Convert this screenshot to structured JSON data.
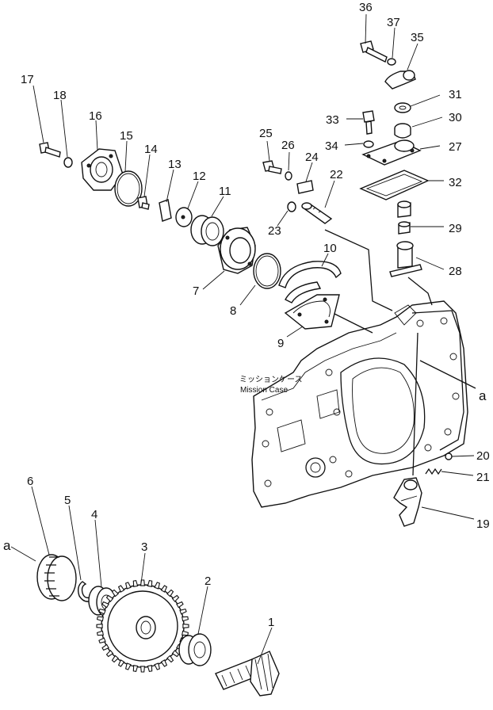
{
  "case_label_jp": "ミッションケース",
  "case_label_en": "Mission Case",
  "ref_mark": "a",
  "callouts": [
    "1",
    "2",
    "3",
    "4",
    "5",
    "6",
    "7",
    "8",
    "9",
    "10",
    "11",
    "12",
    "13",
    "14",
    "15",
    "16",
    "17",
    "18",
    "19",
    "20",
    "21",
    "22",
    "23",
    "24",
    "25",
    "26",
    "27",
    "28",
    "29",
    "30",
    "31",
    "32",
    "33",
    "34",
    "35",
    "36",
    "37"
  ]
}
